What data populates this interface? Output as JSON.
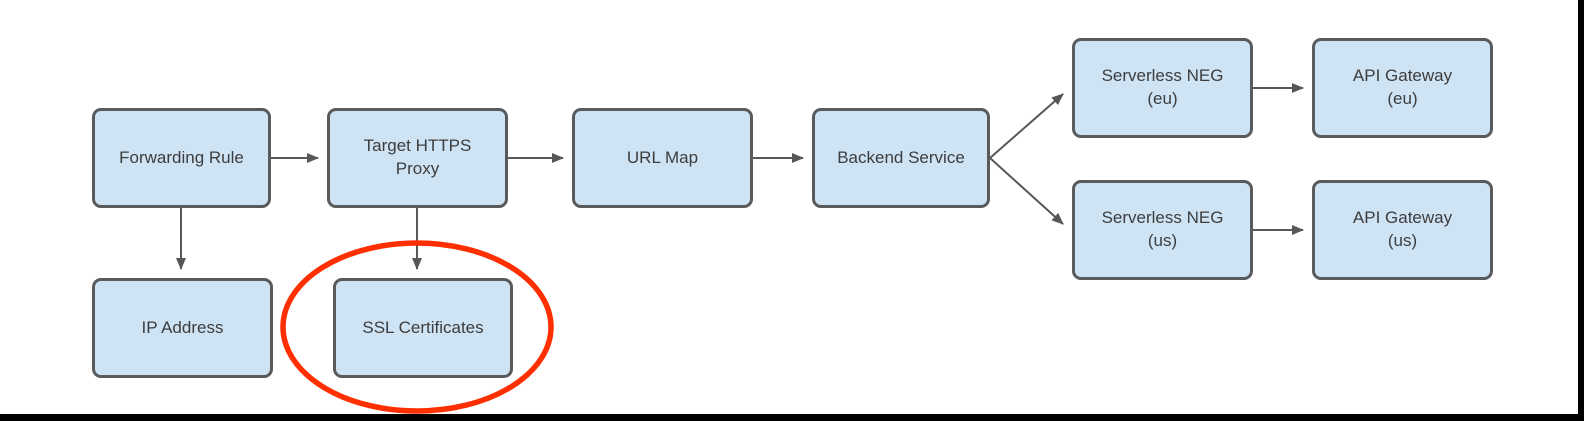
{
  "diagram": {
    "type": "flowchart",
    "description": "Google Cloud HTTPS load balancer architecture with SSL Certificates highlighted",
    "nodes": [
      {
        "id": "forwarding-rule",
        "label": "Forwarding Rule"
      },
      {
        "id": "target-https-proxy",
        "label": "Target HTTPS\nProxy"
      },
      {
        "id": "url-map",
        "label": "URL Map"
      },
      {
        "id": "backend-service",
        "label": "Backend Service"
      },
      {
        "id": "serverless-neg-eu",
        "label": "Serverless NEG\n(eu)"
      },
      {
        "id": "api-gateway-eu",
        "label": "API Gateway\n(eu)"
      },
      {
        "id": "serverless-neg-us",
        "label": "Serverless NEG\n(us)"
      },
      {
        "id": "api-gateway-us",
        "label": "API Gateway\n(us)"
      },
      {
        "id": "ip-address",
        "label": "IP Address"
      },
      {
        "id": "ssl-certificates",
        "label": "SSL Certificates"
      }
    ],
    "edges": [
      {
        "from": "forwarding-rule",
        "to": "target-https-proxy"
      },
      {
        "from": "target-https-proxy",
        "to": "url-map"
      },
      {
        "from": "url-map",
        "to": "backend-service"
      },
      {
        "from": "backend-service",
        "to": "serverless-neg-eu"
      },
      {
        "from": "backend-service",
        "to": "serverless-neg-us"
      },
      {
        "from": "serverless-neg-eu",
        "to": "api-gateway-eu"
      },
      {
        "from": "serverless-neg-us",
        "to": "api-gateway-us"
      },
      {
        "from": "forwarding-rule",
        "to": "ip-address"
      },
      {
        "from": "target-https-proxy",
        "to": "ssl-certificates"
      }
    ],
    "annotation": {
      "shape": "ellipse",
      "around": "ssl-certificates",
      "color": "#ff2f00"
    },
    "colors": {
      "node_fill": "#cee3f4",
      "node_border": "#595a5c",
      "arrow": "#575757",
      "text": "#3d3d3d",
      "highlight": "#ff2f00",
      "frame": "#000000",
      "background": "#ffffff"
    }
  }
}
